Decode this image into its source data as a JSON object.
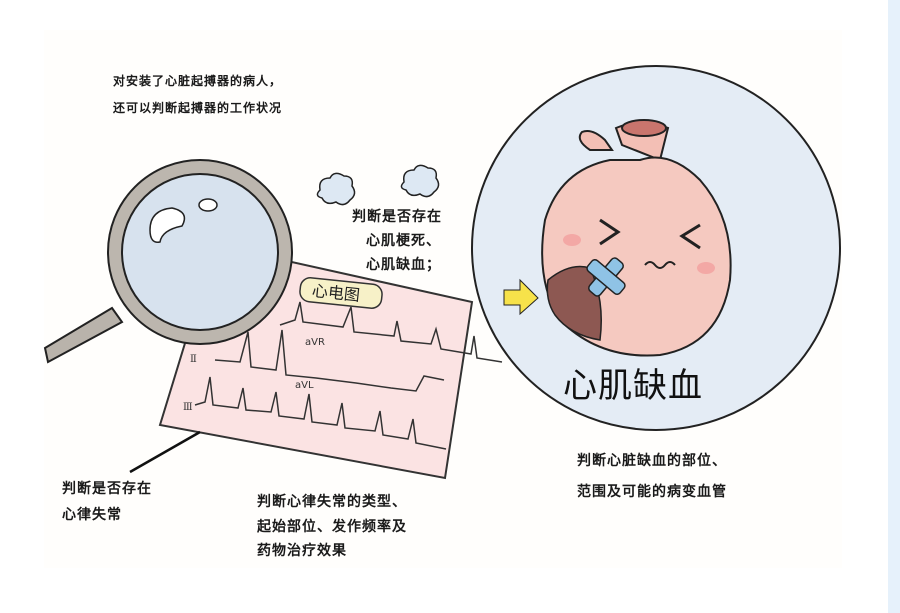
{
  "top_note": [
    "对安装了心脏起搏器的病人，",
    "还可以判断起搏器的工作状况"
  ],
  "middle_note": [
    "判断是否存在",
    "心肌梗死、",
    "心肌缺血；"
  ],
  "ecg": {
    "label": "心电图",
    "leads": [
      "aVR",
      "aVL",
      "Ⅱ",
      "Ⅲ"
    ]
  },
  "heart_caption": "心肌缺血",
  "right_note": [
    "判断心脏缺血的部位、",
    "范围及可能的病变血管"
  ],
  "left_note": [
    "判断是否存在",
    "心律失常"
  ],
  "bottom_note": [
    "判断心律失常的类型、",
    "起始部位、发作频率及",
    "药物治疗效果"
  ],
  "colors": {
    "circle_bg": "#e4ecf5",
    "ecg_paper": "#fbe3e3",
    "heart": "#f5c9c0",
    "arrow": "#f7e24a"
  }
}
